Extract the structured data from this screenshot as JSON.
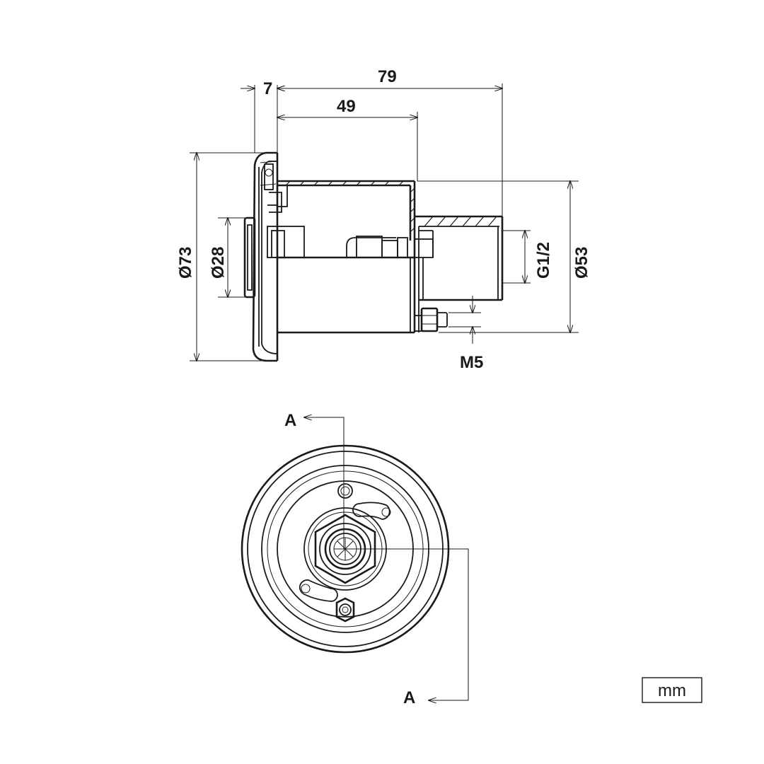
{
  "side_view": {
    "dims": {
      "flange_thickness": "7",
      "overall_length": "79",
      "body_length": "49",
      "flange_diameter": "Ø73",
      "opening_diameter": "Ø28",
      "thread_size": "G1/2",
      "body_diameter": "Ø53",
      "bolt_size": "M5"
    }
  },
  "front_view": {
    "section_label_top": "A",
    "section_label_bottom": "A"
  },
  "units_box": {
    "label": "mm"
  }
}
